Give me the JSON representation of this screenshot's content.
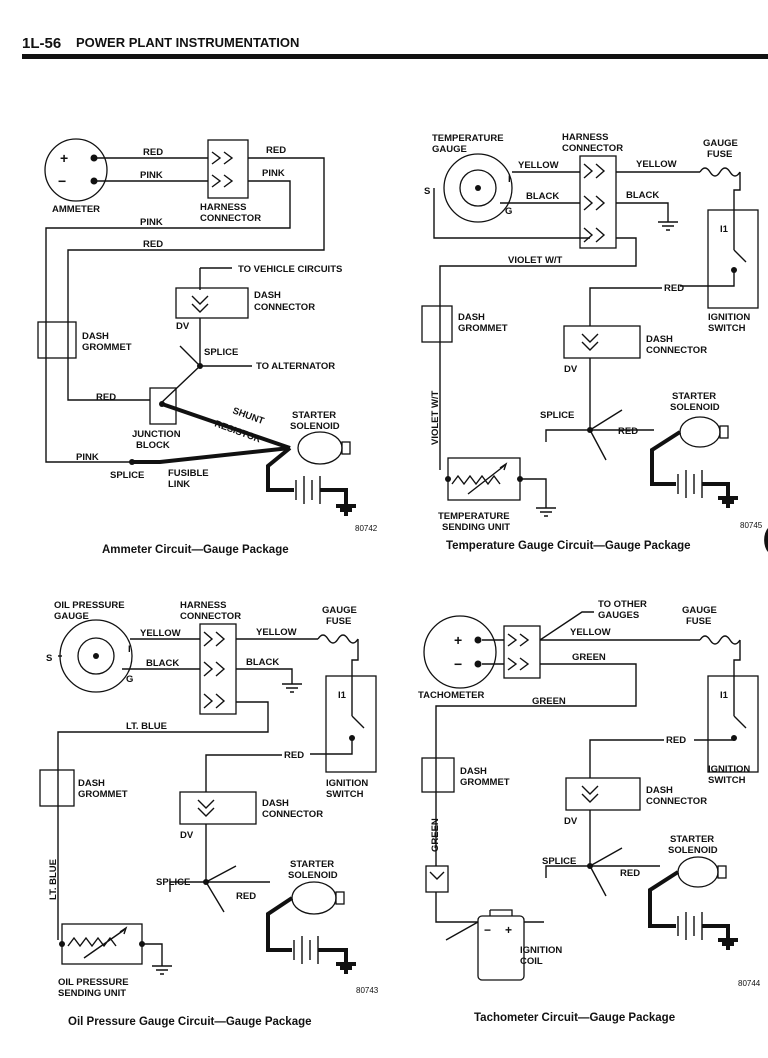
{
  "header": {
    "page": "1L-56",
    "title": "POWER PLANT INSTRUMENTATION"
  },
  "ammeter": {
    "caption": "Ammeter Circuit—Gauge Package",
    "figure_no": "80742",
    "labels": {
      "ammeter": "AMMETER",
      "plus": "+",
      "minus": "−",
      "harness1": "HARNESS",
      "harness2": "CONNECTOR",
      "red_a": "RED",
      "red_b": "RED",
      "pink_a": "PINK",
      "pink_b": "PINK",
      "pink_c": "PINK",
      "red_c": "RED",
      "to_vehicle": "TO VEHICLE CIRCUITS",
      "dash1": "DASH",
      "dash2": "CONNECTOR",
      "dv": "DV",
      "grommet1": "DASH",
      "grommet2": "GROMMET",
      "splice_top": "SPLICE",
      "to_alt": "TO ALTERNATOR",
      "red_d": "RED",
      "junction1": "JUNCTION",
      "junction2": "BLOCK",
      "shunt1": "SHUNT",
      "shunt2": "RESISTOR",
      "starter1": "STARTER",
      "starter2": "SOLENOID",
      "pink_d": "PINK",
      "splice_bot": "SPLICE",
      "fusible1": "FUSIBLE",
      "fusible2": "LINK"
    }
  },
  "temperature": {
    "caption": "Temperature Gauge Circuit—Gauge Package",
    "figure_no": "80745",
    "labels": {
      "gauge1": "TEMPERATURE",
      "gauge2": "GAUGE",
      "harness1": "HARNESS",
      "harness2": "CONNECTOR",
      "fuse1": "GAUGE",
      "fuse2": "FUSE",
      "yellow_a": "YELLOW",
      "yellow_b": "YELLOW",
      "black_a": "BLACK",
      "black_b": "BLACK",
      "s": "S",
      "i": "I",
      "g": "G",
      "i1": "I1",
      "violet": "VIOLET W/T",
      "violet_v": "VIOLET  W/T",
      "grommet1": "DASH",
      "grommet2": "GROMMET",
      "red_a": "RED",
      "ign1": "IGNITION",
      "ign2": "SWITCH",
      "dash1": "DASH",
      "dash2": "CONNECTOR",
      "dv": "DV",
      "splice": "SPLICE",
      "red_b": "RED",
      "starter1": "STARTER",
      "starter2": "SOLENOID",
      "send1": "TEMPERATURE",
      "send2": "SENDING UNIT"
    }
  },
  "oil": {
    "caption": "Oil Pressure Gauge Circuit—Gauge Package",
    "figure_no": "80743",
    "labels": {
      "gauge1": "OIL PRESSURE",
      "gauge2": "GAUGE",
      "harness1": "HARNESS",
      "harness2": "CONNECTOR",
      "fuse1": "GAUGE",
      "fuse2": "FUSE",
      "yellow_a": "YELLOW",
      "yellow_b": "YELLOW",
      "black_a": "BLACK",
      "black_b": "BLACK",
      "s": "S",
      "i": "I",
      "g": "G",
      "i1": "I1",
      "ltblue": "LT. BLUE",
      "ltblue_v": "LT. BLUE",
      "grommet1": "DASH",
      "grommet2": "GROMMET",
      "red_a": "RED",
      "ign1": "IGNITION",
      "ign2": "SWITCH",
      "dash1": "DASH",
      "dash2": "CONNECTOR",
      "dv": "DV",
      "splice": "SPLICE",
      "red_b": "RED",
      "starter1": "STARTER",
      "starter2": "SOLENOID",
      "send1": "OIL PRESSURE",
      "send2": "SENDING UNIT"
    }
  },
  "tach": {
    "caption": "Tachometer Circuit—Gauge Package",
    "figure_no": "80744",
    "labels": {
      "tach": "TACHOMETER",
      "plus": "+",
      "minus": "−",
      "other1": "TO OTHER",
      "other2": "GAUGES",
      "fuse1": "GAUGE",
      "fuse2": "FUSE",
      "yellow": "YELLOW",
      "green_a": "GREEN",
      "green_b": "GREEN",
      "green_v": "GREEN",
      "i1": "I1",
      "grommet1": "DASH",
      "grommet2": "GROMMET",
      "red_a": "RED",
      "ign1": "IGNITION",
      "ign2": "SWITCH",
      "dash1": "DASH",
      "dash2": "CONNECTOR",
      "dv": "DV",
      "splice": "SPLICE",
      "red_b": "RED",
      "starter1": "STARTER",
      "starter2": "SOLENOID",
      "coil1": "IGNITION",
      "coil2": "COIL",
      "coil_minus": "−",
      "coil_plus": "+"
    }
  }
}
